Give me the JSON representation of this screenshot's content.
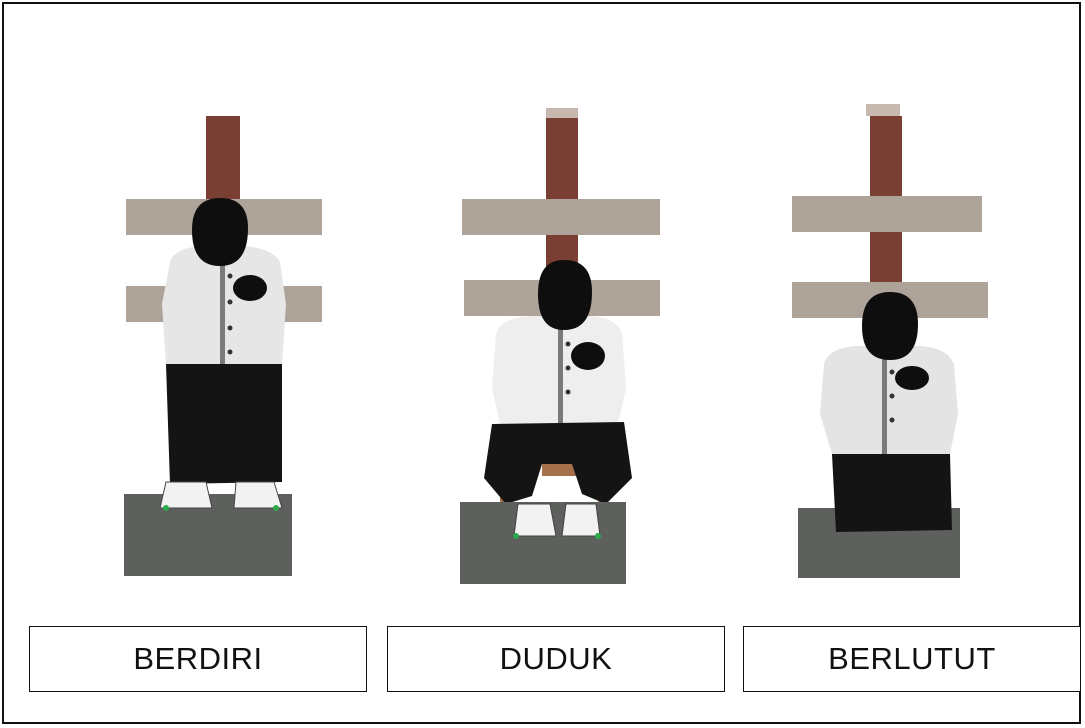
{
  "postures": [
    {
      "id": "berdiri",
      "label": "BERDIRI"
    },
    {
      "id": "duduk",
      "label": "DUDUK"
    },
    {
      "id": "berlutut",
      "label": "BERLUTUT"
    }
  ],
  "colors": {
    "post": "#7a3f33",
    "board": "#aea398",
    "base": "#5d605d",
    "shirt": "#e6e6e6",
    "pants": "#141414",
    "head": "#0e0e0e",
    "chair": "#a5714a"
  },
  "icons": {
    "target_standing": "standing-target-figure",
    "target_sitting": "sitting-target-figure",
    "target_kneeling": "kneeling-target-figure",
    "aim_mark": "aim-mark-icon"
  }
}
